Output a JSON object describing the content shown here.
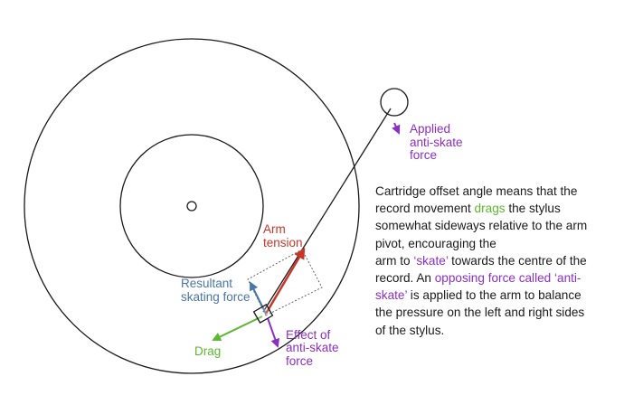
{
  "labels": {
    "applied": [
      "Applied",
      "anti-skate",
      "force"
    ],
    "arm_tension": [
      "Arm",
      "tension"
    ],
    "resultant": [
      "Resultant",
      "skating force"
    ],
    "drag": "Drag",
    "effect": [
      "Effect of",
      "anti-skate",
      "force"
    ]
  },
  "description": [
    [
      {
        "t": "Cartridge offset angle means that the"
      }
    ],
    [
      {
        "t": "record movement "
      },
      {
        "t": "drags",
        "c": "green"
      },
      {
        "t": " the stylus"
      }
    ],
    [
      {
        "t": "somewhat sideways relative to the arm"
      }
    ],
    [
      {
        "t": "pivot, encouraging the"
      }
    ],
    [
      {
        "t": "arm to "
      },
      {
        "t": "‘skate’",
        "c": "purple"
      },
      {
        "t": " towards the centre of the"
      }
    ],
    [
      {
        "t": "record. An "
      },
      {
        "t": "opposing force called ‘anti-",
        "c": "purple"
      }
    ],
    [
      {
        "t": "skate’",
        "c": "purple"
      },
      {
        "t": " is applied to the arm to balance"
      }
    ],
    [
      {
        "t": "the pressure on the left and right sides"
      }
    ],
    [
      {
        "t": "of the stylus."
      }
    ]
  ],
  "colors": {
    "outline": "#1a1a1a",
    "green": "#5cb82e",
    "purple": "#8c2fc4",
    "red": "#c8362a",
    "blue": "#4a76a8",
    "text": "#1a1a1a"
  }
}
